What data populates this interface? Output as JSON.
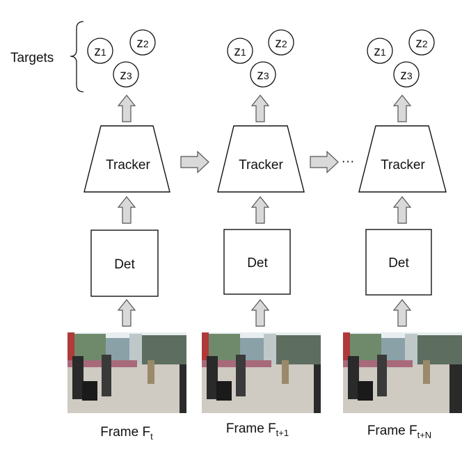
{
  "targets_label": "Targets",
  "tracker_label": "Tracker",
  "det_label": "Det",
  "ellipsis": "···",
  "frame_prefix": "Frame F",
  "target_letter": "z",
  "columns": [
    {
      "targets": [
        "1",
        "2",
        "3"
      ],
      "frame_subscript": "t"
    },
    {
      "targets": [
        "1",
        "2",
        "3"
      ],
      "frame_subscript": "t+1"
    },
    {
      "targets": [
        "1",
        "2",
        "3"
      ],
      "frame_subscript": "t+N"
    }
  ],
  "colors": {
    "stroke": "#111111",
    "arrow_fill": "#d9d9d9",
    "arrow_stroke": "#555555",
    "photo_sky": "#e8eef0",
    "photo_building": "#6f8a6b",
    "photo_ground": "#cfcac2",
    "photo_dark": "#2a2a2a"
  }
}
